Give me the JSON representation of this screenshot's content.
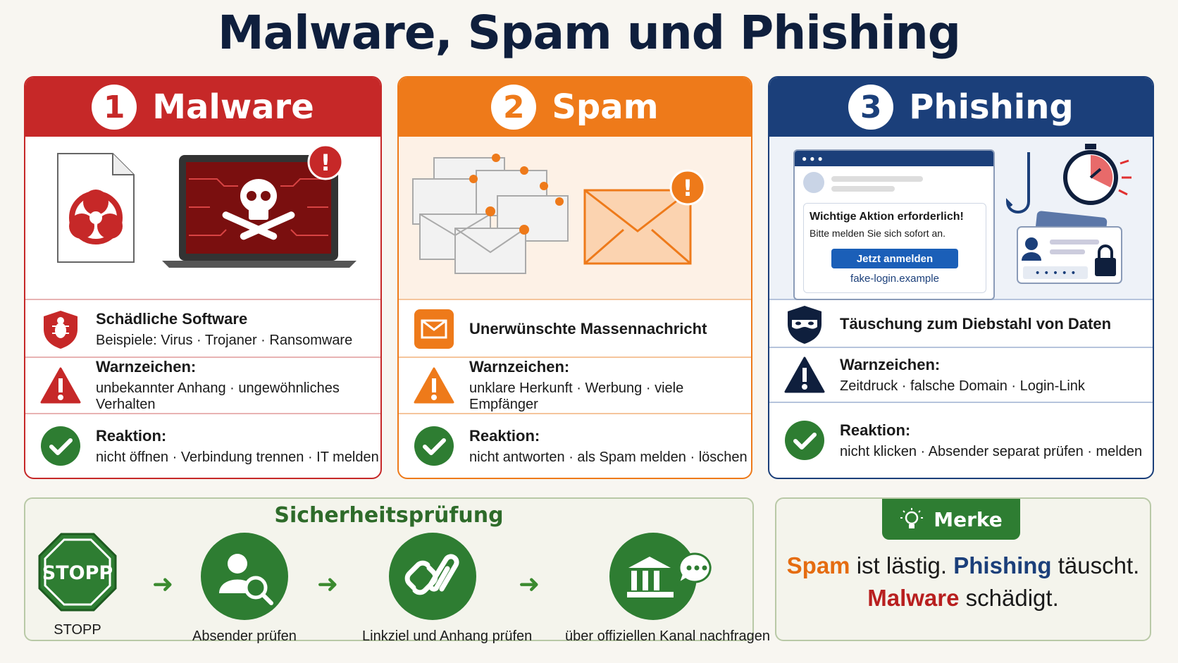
{
  "title": "Malware, Spam und Phishing",
  "cards": [
    {
      "number": "1",
      "title": "Malware",
      "color": "#c62828",
      "rows": [
        {
          "icon": "bug-shield-icon",
          "heading": "Schädliche Software",
          "text": "Beispiele: Virus · Trojaner · Ransomware"
        },
        {
          "icon": "warning-icon",
          "heading": "Warnzeichen:",
          "text": "unbekannter Anhang · ungewöhnliches Verhalten"
        },
        {
          "icon": "check-icon",
          "heading": "Reaktion:",
          "text": "nicht öffnen · Verbindung trennen · IT melden"
        }
      ]
    },
    {
      "number": "2",
      "title": "Spam",
      "color": "#ee7a1a",
      "rows": [
        {
          "icon": "envelope-icon",
          "heading": "Unerwünschte Massennachricht",
          "text": ""
        },
        {
          "icon": "warning-icon",
          "heading": "Warnzeichen:",
          "text": "unklare Herkunft · Werbung · viele Empfänger"
        },
        {
          "icon": "check-icon",
          "heading": "Reaktion:",
          "text": "nicht antworten · als Spam melden · löschen"
        }
      ]
    },
    {
      "number": "3",
      "title": "Phishing",
      "color": "#1b3f7a",
      "popup": {
        "title": "Wichtige Aktion erforderlich!",
        "message": "Bitte melden Sie sich sofort an.",
        "button": "Jetzt anmelden",
        "link": "fake-login.example",
        "password_mask": "• • • • •"
      },
      "rows": [
        {
          "icon": "thief-mask-icon",
          "heading": "Täuschung zum Diebstahl von Daten",
          "text": ""
        },
        {
          "icon": "warning-icon",
          "heading": "Warnzeichen:",
          "text": "Zeitdruck · falsche Domain · Login-Link"
        },
        {
          "icon": "check-icon",
          "heading": "Reaktion:",
          "text": "nicht klicken · Absender separat prüfen · melden"
        }
      ]
    }
  ],
  "security_check": {
    "title": "Sicherheitsprüfung",
    "steps": [
      {
        "icon": "stop-sign-icon",
        "sign_text": "STOPP",
        "label": "STOPP"
      },
      {
        "icon": "user-search-icon",
        "label": "Absender prüfen"
      },
      {
        "icon": "link-clip-icon",
        "label": "Linkziel und Anhang prüfen"
      },
      {
        "icon": "bank-chat-icon",
        "label": "über offiziellen Kanal nachfragen"
      }
    ]
  },
  "merke": {
    "label": "Merke",
    "line1_a": "Spam",
    "line1_b": " ist lästig. ",
    "line1_c": "Phishing",
    "line1_d": " täuscht.",
    "line2_a": "Malware",
    "line2_b": " schädigt."
  },
  "colors": {
    "malware": "#c62828",
    "spam": "#ee7a1a",
    "phishing": "#1b3f7a",
    "green": "#2e7d32"
  }
}
